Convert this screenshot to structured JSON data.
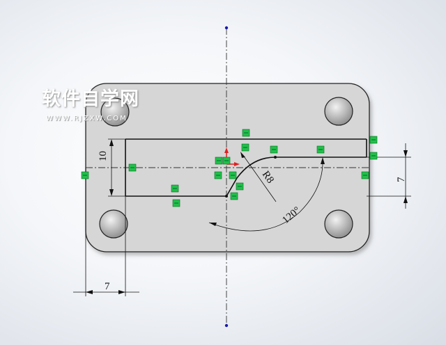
{
  "watermark": {
    "title": "软件自学网",
    "url": "WWW.RJZXW.COM"
  },
  "dimensions": {
    "height_slot": "10",
    "offset_right": "7",
    "offset_bottom": "7",
    "radius": "R8",
    "angle": "120°"
  },
  "colors": {
    "plate": "#d6d6d6",
    "sketch_line": "#111111",
    "relation_icon": "#22c04a",
    "origin_arrow": "#e02020",
    "centerline_end": "#1a1aa8"
  }
}
